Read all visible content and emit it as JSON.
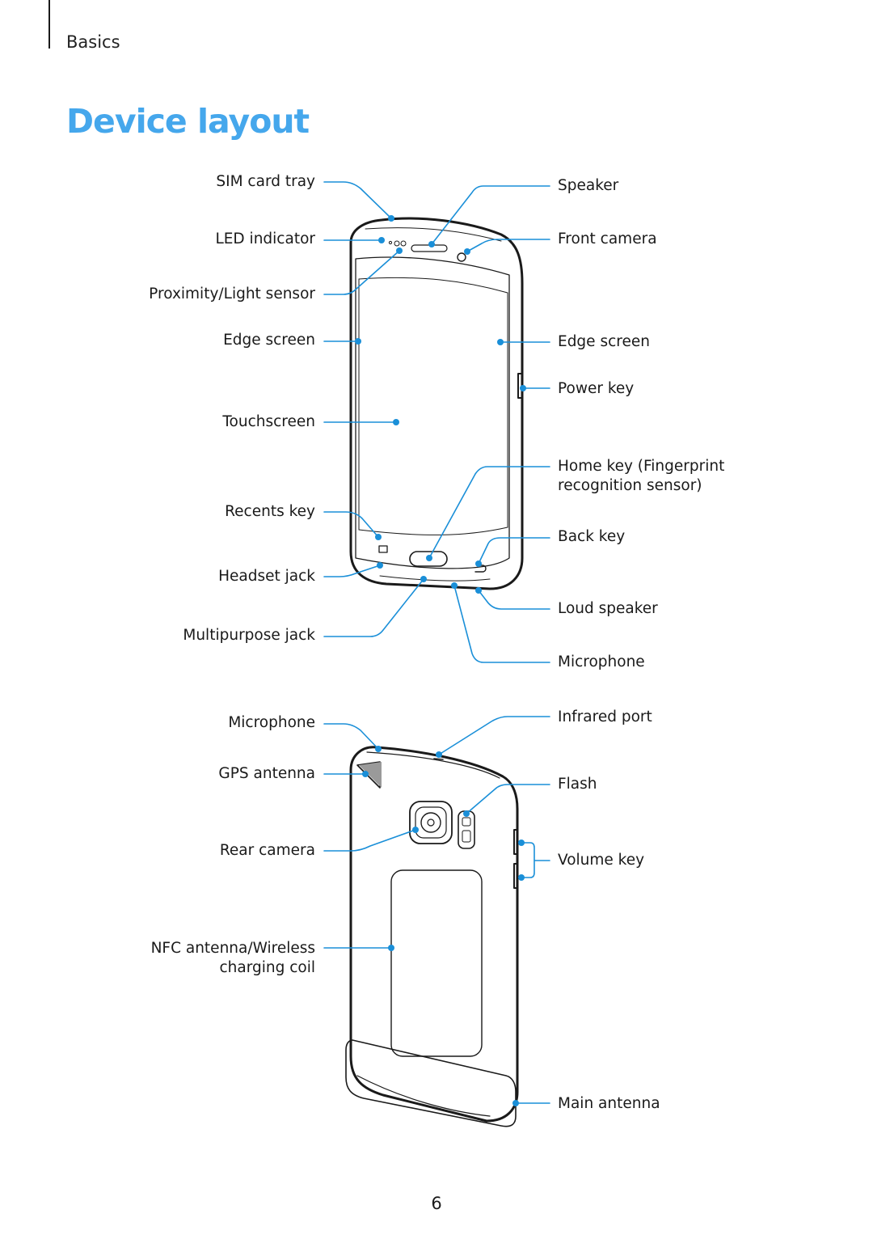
{
  "header": {
    "section": "Basics"
  },
  "title": "Device layout",
  "front_labels": {
    "sim_card_tray": "SIM card tray",
    "led_indicator": "LED indicator",
    "proximity_light_sensor": "Proximity/Light sensor",
    "edge_screen_left": "Edge screen",
    "touchscreen": "Touchscreen",
    "recents_key": "Recents key",
    "headset_jack": "Headset jack",
    "multipurpose_jack": "Multipurpose jack",
    "speaker": "Speaker",
    "front_camera": "Front camera",
    "edge_screen_right": "Edge screen",
    "power_key": "Power key",
    "home_key_line1": "Home key (Fingerprint",
    "home_key_line2": "recognition sensor)",
    "back_key": "Back key",
    "loud_speaker": "Loud speaker",
    "microphone": "Microphone"
  },
  "back_labels": {
    "microphone": "Microphone",
    "gps_antenna": "GPS antenna",
    "rear_camera": "Rear camera",
    "nfc_line1": "NFC antenna/Wireless",
    "nfc_line2": "charging coil",
    "infrared_port": "Infrared port",
    "flash": "Flash",
    "volume_key": "Volume key",
    "main_antenna": "Main antenna"
  },
  "colors": {
    "accent": "#45a7ec",
    "callout": "#1a8fd8",
    "outline": "#1a1a1a"
  },
  "footer": {
    "page_number": "6"
  }
}
